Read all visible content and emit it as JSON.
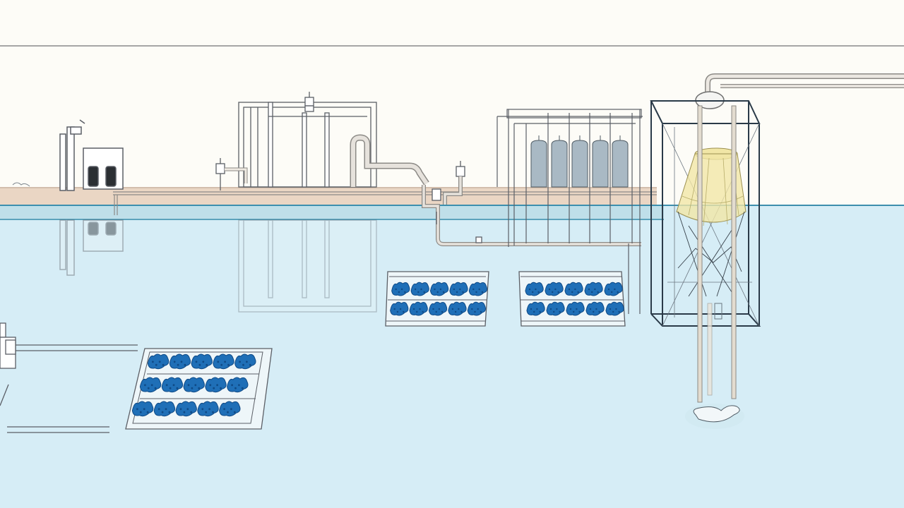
{
  "scene": {
    "description_visible_text": "",
    "colors": {
      "paper": "#fdfcf7",
      "ground": "#ead6c4",
      "water": "#d6edf6",
      "water_deep": "#c4e2ef",
      "water_line": "#3c8fae",
      "line": "#5b5f66",
      "pipe": "#c9c2b6",
      "pipe_dark": "#8c8a86",
      "tank": "#a9b9c4",
      "tank_dark": "#4e5a63",
      "seaweed": "#1f6fb7",
      "seaweed_dark": "#0f4a86",
      "net": "#f1e6a6",
      "frame_dark": "#2a3a48"
    },
    "icons": {
      "left_tank_unit": "tank-unit-icon",
      "pump_station": "pump-station-icon",
      "filter_frame": "filter-frame-icon",
      "cylinder_tanks": "cylinder-tank-icon",
      "cultivation_tray": "seaweed-tray-icon",
      "cone_net": "cone-net-icon",
      "bottom_intake": "intake-pipe-icon"
    },
    "trays": {
      "tray_small_count": 2,
      "tray_large_count": 1,
      "tray_small_grid": [
        2,
        5
      ],
      "tray_large_grid": [
        3,
        5
      ]
    },
    "tanks": {
      "cylinder_count": 5
    }
  }
}
